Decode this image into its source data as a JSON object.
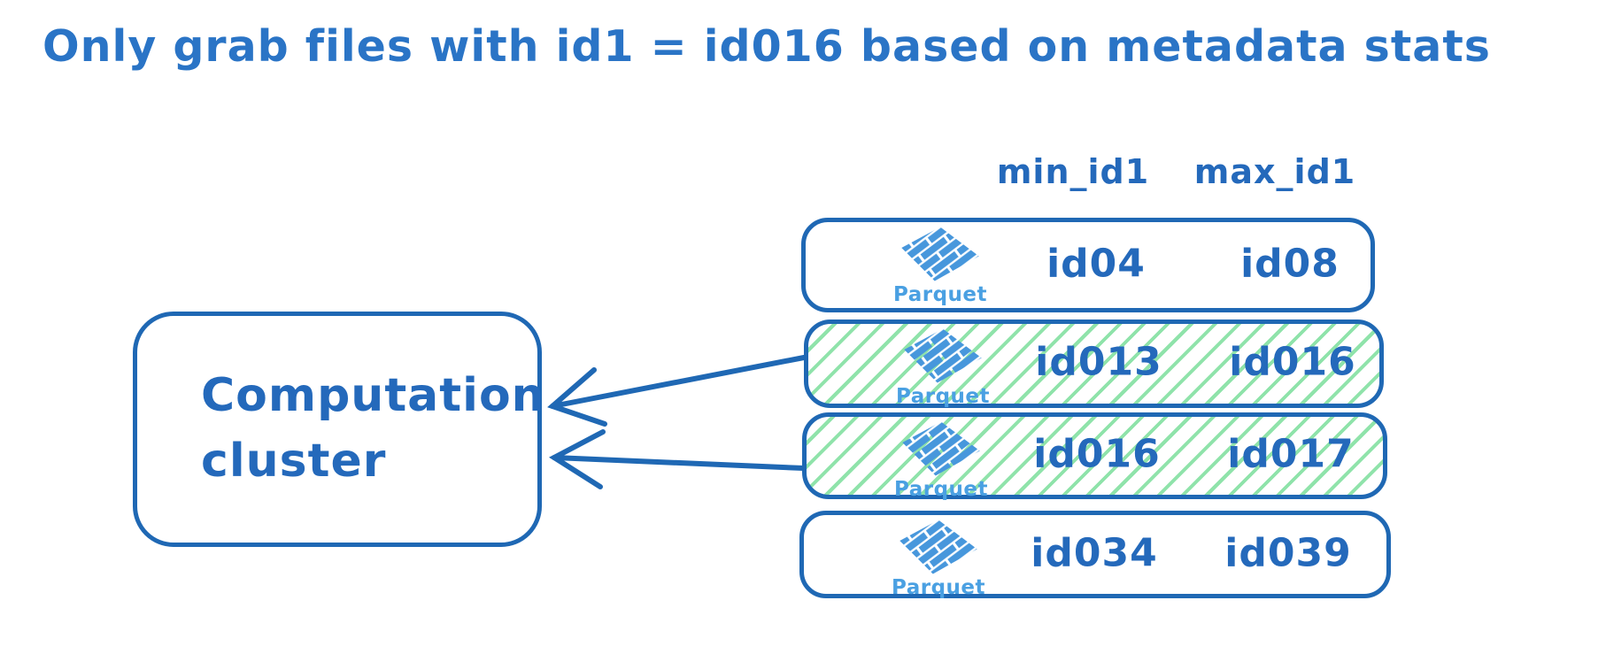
{
  "title": "Only grab files with id1 = id016 based on metadata stats",
  "columns": {
    "min": "min_id1",
    "max": "max_id1"
  },
  "files": {
    "format_label": "Parquet",
    "rows": [
      {
        "min": "id04",
        "max": "id08",
        "highlighted": false
      },
      {
        "min": "id013",
        "max": "id016",
        "highlighted": true
      },
      {
        "min": "id016",
        "max": "id017",
        "highlighted": true
      },
      {
        "min": "id034",
        "max": "id039",
        "highlighted": false
      }
    ]
  },
  "cluster": {
    "line1": "Computation",
    "line2": "cluster"
  },
  "colors": {
    "ink_blue": "#2a74c6",
    "outline_blue": "#1f68b4",
    "logo_blue": "#4797dc",
    "logo_label_blue": "#4aa0e2",
    "highlight_hatch_green": "#8fe3aa"
  }
}
